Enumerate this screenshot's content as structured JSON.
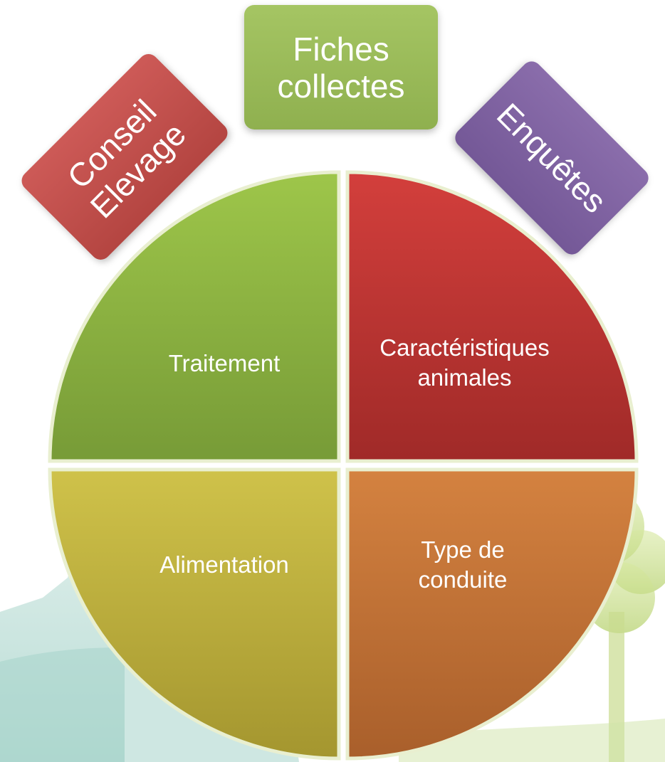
{
  "colors": {
    "conseil_tag": "#c2504d",
    "fiches_tag": "#9bbb59",
    "enquetes_tag": "#8064a2",
    "traitement": "#8aaa42",
    "caracteristiques": "#b5302e",
    "alimentation": "#c0b440",
    "conduite": "#c0763a"
  },
  "tags": {
    "conseil": "Conseil\nElevage",
    "fiches": "Fiches\ncollectes",
    "enquetes": "Enquêtes"
  },
  "quadrants": {
    "traitement": "Traitement",
    "caracteristiques": "Caractéristiques\nanimales",
    "alimentation": "Alimentation",
    "conduite": "Type de\nconduite"
  }
}
